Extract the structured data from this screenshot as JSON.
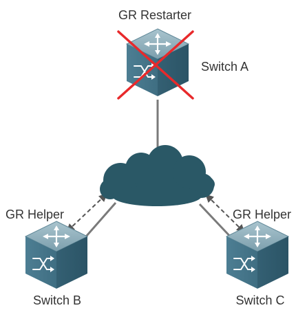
{
  "diagram": {
    "title_role": "GR Restarter",
    "nodes": {
      "switch_a": {
        "name": "Switch A",
        "status": "failed"
      },
      "switch_b": {
        "name": "Switch B",
        "role": "GR Helper"
      },
      "switch_c": {
        "name": "Switch C",
        "role": "GR Helper"
      }
    },
    "center": {
      "name": "network-cloud-icon"
    },
    "colors": {
      "switch_body": "#3f6e82",
      "switch_top": "#8fb0bd",
      "cloud": "#2a5866",
      "link": "#7a7a7a",
      "failure_cross": "#e8292b",
      "dashed_arrow": "#555555",
      "text": "#333333"
    }
  }
}
